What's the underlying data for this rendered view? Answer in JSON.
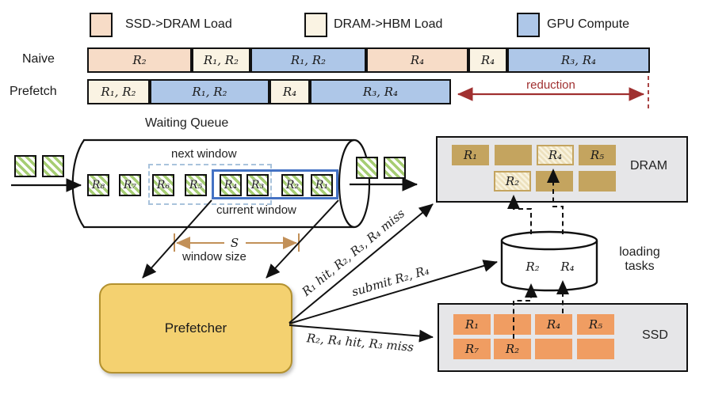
{
  "colors": {
    "ssd_dram_load": "#f7dcc7",
    "dram_hbm_load": "#faf3e3",
    "gpu_compute": "#aec7e8",
    "queue_green": "#a6cd73",
    "dram_cell_tan": "#c4a45f",
    "ssd_cell_orange": "#f09d62",
    "prefetcher_yellow": "#f4d170",
    "reduction_red": "#a03030",
    "window_size_tan": "#c29058",
    "current_window_blue": "#4472c4"
  },
  "legend": {
    "items": [
      {
        "label": "SSD->DRAM Load",
        "color": "#f7dcc7"
      },
      {
        "label": "DRAM->HBM Load",
        "color": "#faf3e3"
      },
      {
        "label": "GPU Compute",
        "color": "#aec7e8"
      }
    ]
  },
  "timeline": {
    "naive_label": "Naive",
    "prefetch_label": "Prefetch",
    "naive_segments": [
      {
        "label": "R₂",
        "type": "ssd-dram"
      },
      {
        "label": "R₁, R₂",
        "type": "dram-hbm"
      },
      {
        "label": "R₁, R₂",
        "type": "gpu"
      },
      {
        "label": "R₄",
        "type": "ssd-dram"
      },
      {
        "label": "R₄",
        "type": "dram-hbm"
      },
      {
        "label": "R₃, R₄",
        "type": "gpu"
      }
    ],
    "prefetch_segments": [
      {
        "label": "R₁, R₂",
        "type": "dram-hbm"
      },
      {
        "label": "R₁, R₂",
        "type": "gpu"
      },
      {
        "label": "R₄",
        "type": "dram-hbm"
      },
      {
        "label": "R₃, R₄",
        "type": "gpu"
      }
    ],
    "reduction_label": "reduction"
  },
  "queue": {
    "title": "Waiting Queue",
    "next_window": "next window",
    "current_window": "current window",
    "items": [
      "R₈",
      "R₇",
      "R₆",
      "R₅",
      "R₄",
      "R₃",
      "R₂",
      "R₁"
    ],
    "window_size_symbol": "S",
    "window_size_label": "window size"
  },
  "prefetcher": {
    "label": "Prefetcher"
  },
  "flows": {
    "dram_result": "R₁ hit, R₂, R₃, R₄ miss",
    "submit": "submit R₂, R₄",
    "ssd_result": "R₂, R₄ hit, R₃ miss"
  },
  "dram": {
    "label": "DRAM",
    "row1": [
      "R₁",
      "",
      "R₄",
      "R₅"
    ],
    "row2": [
      "R₂",
      "",
      ""
    ]
  },
  "loading": {
    "label": "loading\ntasks",
    "task1": "R₂",
    "task2": "R₄"
  },
  "ssd": {
    "label": "SSD",
    "row1": [
      "R₁",
      "",
      "R₄",
      "R₅"
    ],
    "row2": [
      "R₇",
      "R₂",
      "",
      ""
    ]
  }
}
